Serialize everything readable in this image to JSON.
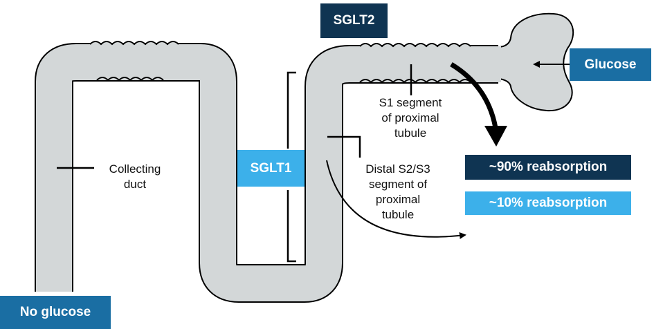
{
  "labels": {
    "sglt2": "SGLT2",
    "sglt1": "SGLT1",
    "glucose": "Glucose",
    "no_glucose": "No glucose",
    "reabsorption_90": "~90% reabsorption",
    "reabsorption_10": "~10% reabsorption",
    "collecting_duct": [
      "Collecting",
      "duct"
    ],
    "s1_segment": [
      "S1 segment",
      "of proximal",
      "tubule"
    ],
    "distal_segment": [
      "Distal S2/S3",
      "segment of",
      "proximal",
      "tubule"
    ]
  },
  "colors": {
    "dark_navy": "#0f3452",
    "mid_blue": "#1a6ea3",
    "light_blue": "#3cb0ea",
    "tubule_fill": "#d3d7d8"
  }
}
